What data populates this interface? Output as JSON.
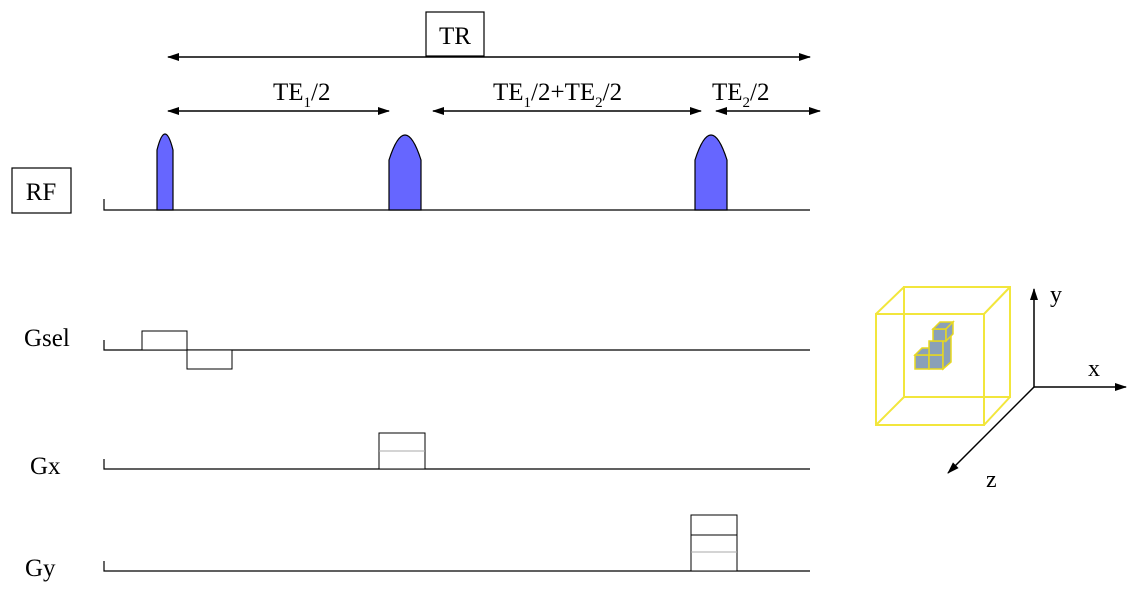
{
  "labels": {
    "tr": "TR",
    "te1_half": {
      "main": "TE",
      "sub": "1",
      "tail": "/2"
    },
    "te_sum": {
      "a": "TE",
      "a_sub": "1",
      "mid": "/2+TE",
      "b_sub": "2",
      "tail": "/2"
    },
    "te2_half": {
      "main": "TE",
      "sub": "2",
      "tail": "/2"
    },
    "rf": "RF",
    "gsel": "Gsel",
    "gx": "Gx",
    "gy": "Gy"
  },
  "axes": {
    "x": "x",
    "y": "y",
    "z": "z"
  },
  "colors": {
    "rf_pulse": "#6666ff",
    "volume_cube": "#f2e63c",
    "voxel_fill": "#8aa0b8"
  }
}
